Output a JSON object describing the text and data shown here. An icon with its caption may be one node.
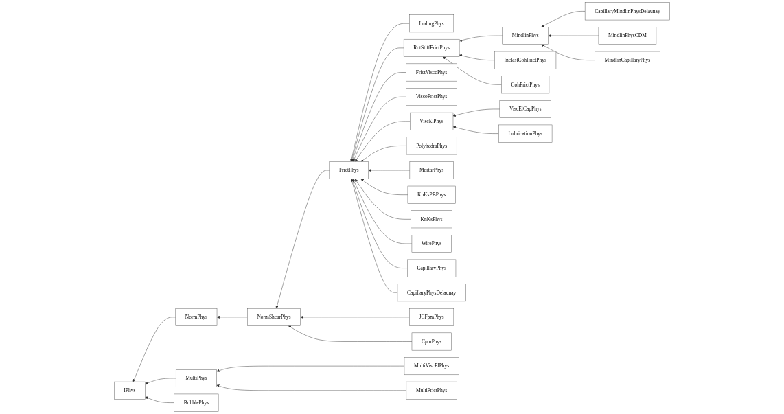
{
  "diagram": {
    "nodes": [
      {
        "text": [
          "IPhys"
        ]
      },
      {
        "text": [
          "NormPhys"
        ]
      },
      {
        "text": [
          "MultiPhys"
        ]
      },
      {
        "text": [
          "BubblePhys"
        ]
      },
      {
        "text": [
          "NormShearPhys"
        ]
      },
      {
        "text": [
          "MultiViscElPhys"
        ]
      },
      {
        "text": [
          "MultiFrictPhys"
        ]
      },
      {
        "text": [
          "FrictPhys"
        ]
      },
      {
        "text": [
          "JCFpmPhys"
        ]
      },
      {
        "text": [
          "CpmPhys"
        ]
      },
      {
        "text": [
          "LudingPhys"
        ]
      },
      {
        "text": [
          "RotStiffFrictPhys"
        ]
      },
      {
        "text": [
          "FrictViscoPhys"
        ]
      },
      {
        "text": [
          "ViscoFrictPhys"
        ]
      },
      {
        "text": [
          "ViscElPhys"
        ]
      },
      {
        "text": [
          "PolyhedraPhys"
        ]
      },
      {
        "text": [
          "MortarPhys"
        ]
      },
      {
        "text": [
          "KnKsPBPhys"
        ]
      },
      {
        "text": [
          "KnKsPhys"
        ]
      },
      {
        "text": [
          "WirePhys"
        ]
      },
      {
        "text": [
          "CapillaryPhys"
        ]
      },
      {
        "text": [
          "CapillaryPhysDelaunay"
        ]
      },
      {
        "text": [
          "MindlinPhys"
        ]
      },
      {
        "text": [
          "InelastCohFrictPhys"
        ]
      },
      {
        "text": [
          "CohFrictPhys"
        ]
      },
      {
        "text": [
          "ViscElCapPhys"
        ]
      },
      {
        "text": [
          "LubricationPhys"
        ]
      },
      {
        "text": [
          "CapillaryMindlinPhysDelaunay"
        ]
      },
      {
        "text": [
          "MindlinPhysCDM"
        ]
      },
      {
        "text": [
          "MindlinCapillaryPhys"
        ]
      }
    ],
    "edges": [
      {
        "from": 1,
        "to": 0,
        "arrow": "to"
      },
      {
        "from": 2,
        "to": 0,
        "arrow": "to"
      },
      {
        "from": 3,
        "to": 0,
        "arrow": "to"
      },
      {
        "from": 4,
        "to": 1,
        "arrow": "to"
      },
      {
        "from": 5,
        "to": 2,
        "arrow": "to"
      },
      {
        "from": 6,
        "to": 2,
        "arrow": "to"
      },
      {
        "from": 7,
        "to": 4,
        "arrow": "to"
      },
      {
        "from": 8,
        "to": 4,
        "arrow": "to"
      },
      {
        "from": 9,
        "to": 4,
        "arrow": "to"
      },
      {
        "from": 10,
        "to": 7,
        "arrow": "to"
      },
      {
        "from": 11,
        "to": 7,
        "arrow": "to"
      },
      {
        "from": 12,
        "to": 7,
        "arrow": "to"
      },
      {
        "from": 13,
        "to": 7,
        "arrow": "to"
      },
      {
        "from": 14,
        "to": 7,
        "arrow": "to"
      },
      {
        "from": 15,
        "to": 7,
        "arrow": "to"
      },
      {
        "from": 16,
        "to": 7,
        "arrow": "to"
      },
      {
        "from": 17,
        "to": 7,
        "arrow": "to"
      },
      {
        "from": 18,
        "to": 7,
        "arrow": "to"
      },
      {
        "from": 19,
        "to": 7,
        "arrow": "to"
      },
      {
        "from": 20,
        "to": 7,
        "arrow": "to"
      },
      {
        "from": 21,
        "to": 7,
        "arrow": "to"
      },
      {
        "from": 22,
        "to": 11,
        "arrow": "to"
      },
      {
        "from": 23,
        "to": 11,
        "arrow": "to"
      },
      {
        "from": 24,
        "to": 11,
        "arrow": "to"
      },
      {
        "from": 25,
        "to": 14,
        "arrow": "to"
      },
      {
        "from": 26,
        "to": 14,
        "arrow": "to"
      },
      {
        "from": 27,
        "to": 22,
        "arrow": "to"
      },
      {
        "from": 28,
        "to": 22,
        "arrow": "to"
      },
      {
        "from": 29,
        "to": 22,
        "arrow": "to"
      }
    ]
  }
}
